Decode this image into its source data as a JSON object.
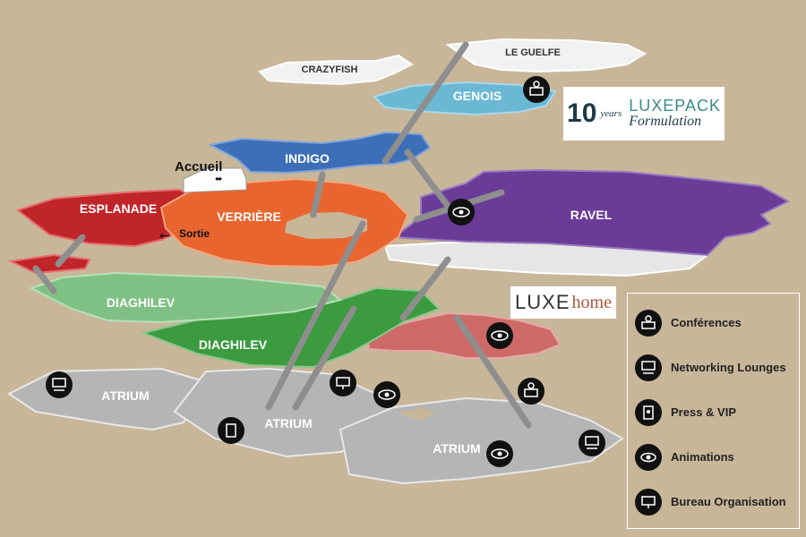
{
  "floors": {
    "crazyfish": "CRAZYFISH",
    "le_guelfe": "LE GUELFE",
    "genois": "GENOIS",
    "indigo": "INDIGO",
    "esplanade": "ESPLANADE",
    "verriere": "VERRIÈRE",
    "ravel": "RAVEL",
    "diaghilev_upper": "DIAGHILEV",
    "diaghilev_lower": "DIAGHILEV",
    "atrium_left": "ATRIUM",
    "atrium_center": "ATRIUM",
    "atrium_right": "ATRIUM"
  },
  "signs": {
    "accueil": "Accueil",
    "sortie": "Sortie"
  },
  "brands": {
    "luxepack": {
      "ten": "10",
      "years": "years",
      "top": "LUXEPACK",
      "bottom": "Formulation"
    },
    "luxehome": {
      "a": "LUXE",
      "b": "home"
    }
  },
  "legend": [
    {
      "icon": "conference-icon",
      "label": "Conférences"
    },
    {
      "icon": "networking-lounge-icon",
      "label": "Networking Lounges"
    },
    {
      "icon": "press-vip-icon",
      "label": "Press & VIP"
    },
    {
      "icon": "animation-eye-icon",
      "label": "Animations"
    },
    {
      "icon": "bureau-monitor-icon",
      "label": "Bureau Organisation"
    }
  ],
  "colors": {
    "background": "#c8b699",
    "genois": "#6ab8d4",
    "indigo": "#3d6fb8",
    "esplanade": "#c0252a",
    "verriere": "#e8652f",
    "ravel": "#6a3c98",
    "diaghilev_light": "#7fc184",
    "diaghilev_dark": "#3c9a3f",
    "rose_floor": "#cd6a67",
    "atrium": "#b5b5b5",
    "light_floor": "#f0f0f0"
  }
}
